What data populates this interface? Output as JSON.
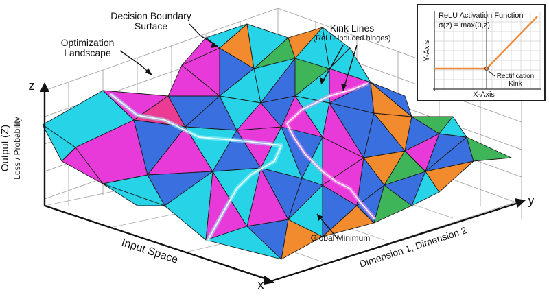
{
  "labels": {
    "decision_boundary_line1": "Decision Boundary",
    "decision_boundary_line2": "Surface",
    "optimization_line1": "Optimization",
    "optimization_line2": "Landscape",
    "kink_lines_title": "Kink Lines",
    "kink_lines_subtitle": "(ReLU-induced hinges)",
    "axis_z": "z",
    "axis_x": "x",
    "axis_y": "y",
    "output_title": "Output (Z)",
    "output_subtitle": "Loss / Probability",
    "input_space": "Input Space",
    "dimensions": "Dimension 1, Dimension 2",
    "global_minimum": "Global Minimum"
  },
  "inset": {
    "title": "ReLU Activation Function",
    "formula": "σ(z) = max(0,z)",
    "y_axis": "Y-Axis",
    "x_axis": "X-Axis",
    "kink_line1": "Rectification",
    "kink_line2": "Kink"
  },
  "colors": {
    "cyan": "#27d3e6",
    "magenta": "#e83ad8",
    "blue": "#3a6fe0",
    "orange": "#f28a2e",
    "green": "#3fb55a",
    "pink": "#ec3b93",
    "relu": "#ee8a3a",
    "glow_cyan": "#9ff6ff",
    "glow_pink": "#ff9cf2"
  }
}
